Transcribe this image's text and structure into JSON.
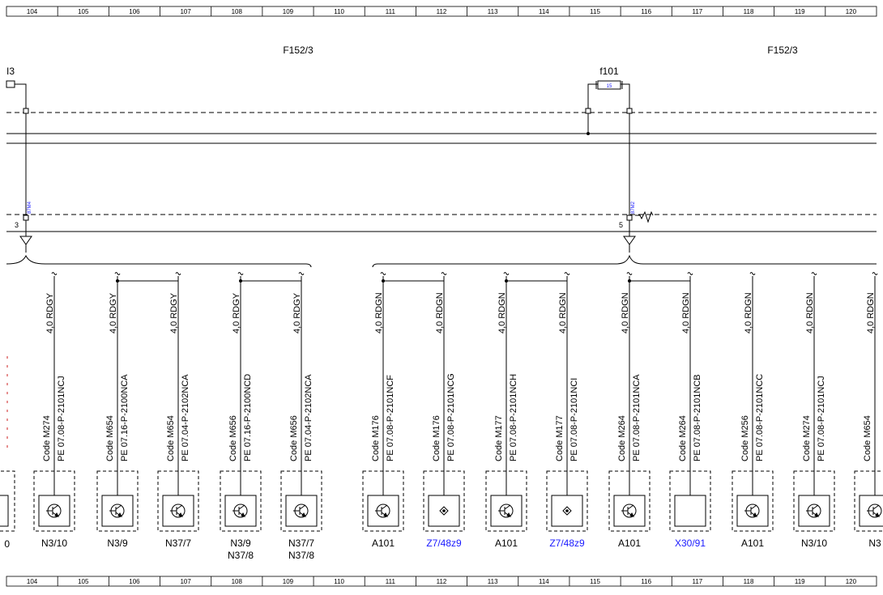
{
  "ruler": {
    "cells": [
      "104",
      "105",
      "106",
      "107",
      "108",
      "109",
      "110",
      "111",
      "112",
      "113",
      "114",
      "115",
      "116",
      "117",
      "118",
      "119",
      "120"
    ]
  },
  "headers": {
    "left_ref": "F152/3",
    "right_ref": "F152/3",
    "partial_left": "I3",
    "fuse_name": "f101",
    "fuse_rating": "15"
  },
  "junctions": {
    "left_number": "3",
    "left_tag": "87M4",
    "right_number": "5",
    "right_tag": "87M2"
  },
  "wires": [
    {
      "id": "w1",
      "wire": "4,0 RDGY",
      "code": "Code M274",
      "ref": "PE 07.08-P-2101NCJ",
      "component": "N3/10",
      "component2": "",
      "symbol": "transistor",
      "blue": false
    },
    {
      "id": "w2",
      "wire": "4,0 RDGY",
      "code": "Code M654",
      "ref": "PE 07.16-P-2100NCA",
      "component": "N3/9",
      "component2": "",
      "symbol": "transistor",
      "blue": false
    },
    {
      "id": "w3",
      "wire": "4,0 RDGY",
      "code": "Code M654",
      "ref": "PE 07.04-P-2102NCA",
      "component": "N37/7",
      "component2": "",
      "symbol": "transistor",
      "blue": false
    },
    {
      "id": "w4",
      "wire": "4,0 RDGY",
      "code": "Code M656",
      "ref": "PE 07.16-P-2100NCD",
      "component": "N3/9",
      "component2": "N37/8",
      "symbol": "transistor",
      "blue": false
    },
    {
      "id": "w5",
      "wire": "4,0 RDGY",
      "code": "Code M656",
      "ref": "PE 07.04-P-2102NCA",
      "component": "N37/7",
      "component2": "N37/8",
      "symbol": "transistor",
      "blue": false
    },
    {
      "id": "w6",
      "wire": "4,0 RDGN",
      "code": "Code M176",
      "ref": "PE 07.08-P-2101NCF",
      "component": "A101",
      "component2": "",
      "symbol": "transistor",
      "blue": false
    },
    {
      "id": "w7",
      "wire": "4,0 RDGN",
      "code": "Code M176",
      "ref": "PE 07.08-P-2101NCG",
      "component": "Z7/48z9",
      "component2": "",
      "symbol": "diamond",
      "blue": true
    },
    {
      "id": "w8",
      "wire": "4,0 RDGN",
      "code": "Code M177",
      "ref": "PE 07.08-P-2101NCH",
      "component": "A101",
      "component2": "",
      "symbol": "transistor",
      "blue": false
    },
    {
      "id": "w9",
      "wire": "4,0 RDGN",
      "code": "Code M177",
      "ref": "PE 07.08-P-2101NCI",
      "component": "Z7/48z9",
      "component2": "",
      "symbol": "diamond",
      "blue": true
    },
    {
      "id": "w10",
      "wire": "4,0 RDGN",
      "code": "Code M264",
      "ref": "PE 07.08-P-2101NCA",
      "component": "A101",
      "component2": "",
      "symbol": "transistor",
      "blue": false
    },
    {
      "id": "w11",
      "wire": "4,0 RDGN",
      "code": "Code M264",
      "ref": "PE 07.08-P-2101NCB",
      "component": "X30/91",
      "component2": "",
      "symbol": "empty",
      "blue": true
    },
    {
      "id": "w12",
      "wire": "4,0 RDGN",
      "code": "Code M256",
      "ref": "PE 07.08-P-2101NCC",
      "component": "A101",
      "component2": "",
      "symbol": "transistor",
      "blue": false
    },
    {
      "id": "w13",
      "wire": "4,0 RDGN",
      "code": "Code M274",
      "ref": "PE 07.08-P-2101NCJ",
      "component": "N3/10",
      "component2": "",
      "symbol": "transistor",
      "blue": false
    },
    {
      "id": "w14",
      "wire": "4,0 RDGN",
      "code": "Code M654",
      "ref": "",
      "component": "N3",
      "component2": "",
      "symbol": "transistor",
      "blue": false
    }
  ],
  "partial_left_component": "0",
  "colors": {
    "link": "#1a1aff",
    "line": "#000000"
  }
}
